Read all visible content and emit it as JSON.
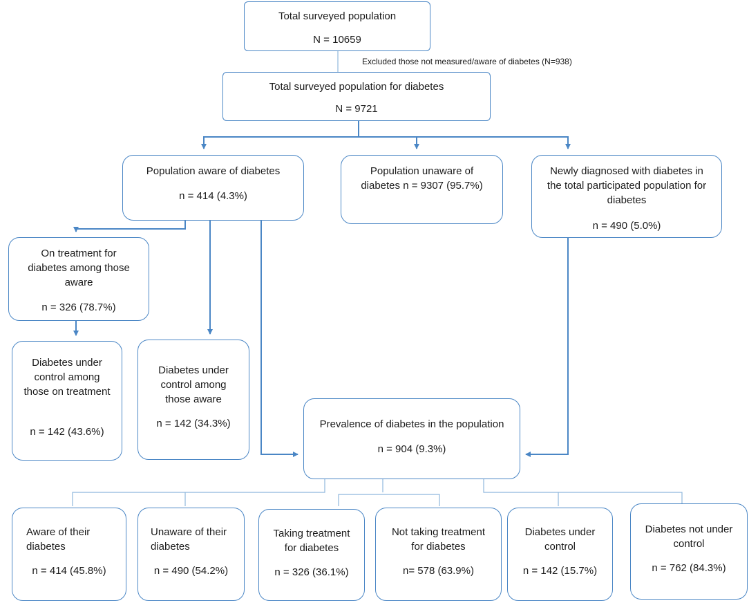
{
  "boxes": {
    "total_surveyed": {
      "title": "Total surveyed population",
      "value": "N = 10659"
    },
    "total_diabetes": {
      "title": "Total surveyed population for diabetes",
      "value": "N = 9721"
    },
    "aware": {
      "title": "Population aware of diabetes",
      "value": "n = 414 (4.3%)"
    },
    "unaware": {
      "title": "Population unaware of diabetes n = 9307 (95.7%)"
    },
    "newly_diagnosed": {
      "title": "Newly diagnosed with diabetes in the total participated population for diabetes",
      "value": "n = 490 (5.0%)"
    },
    "on_treatment": {
      "title": "On treatment for diabetes among those aware",
      "value": "n = 326 (78.7%)"
    },
    "control_on_treatment": {
      "title": "Diabetes under control among those on treatment",
      "value": "n = 142 (43.6%)"
    },
    "control_aware": {
      "title": "Diabetes under control among those aware",
      "value": "n = 142 (34.3%)"
    },
    "prevalence": {
      "title": "Prevalence of diabetes in the population",
      "value": "n = 904 (9.3%)"
    },
    "aware_their": {
      "title": "Aware of their diabetes",
      "value": "n = 414 (45.8%)"
    },
    "unaware_their": {
      "title": "Unaware of their diabetes",
      "value": "n = 490 (54.2%)"
    },
    "taking_treatment": {
      "title": "Taking treatment for diabetes",
      "value": "n = 326 (36.1%)"
    },
    "not_taking_treatment": {
      "title": "Not taking treatment for diabetes",
      "value": "n= 578 (63.9%)"
    },
    "under_control": {
      "title": "Diabetes under control",
      "value": "n = 142 (15.7%)"
    },
    "not_under_control": {
      "title": "Diabetes not under control",
      "value": "n = 762 (84.3%)"
    }
  },
  "excluded_note": "Excluded those not measured/aware of diabetes (N=938)",
  "colors": {
    "border": "#4a86c5",
    "connector": "#4a86c5",
    "thin_connector": "#8fb7dd"
  }
}
